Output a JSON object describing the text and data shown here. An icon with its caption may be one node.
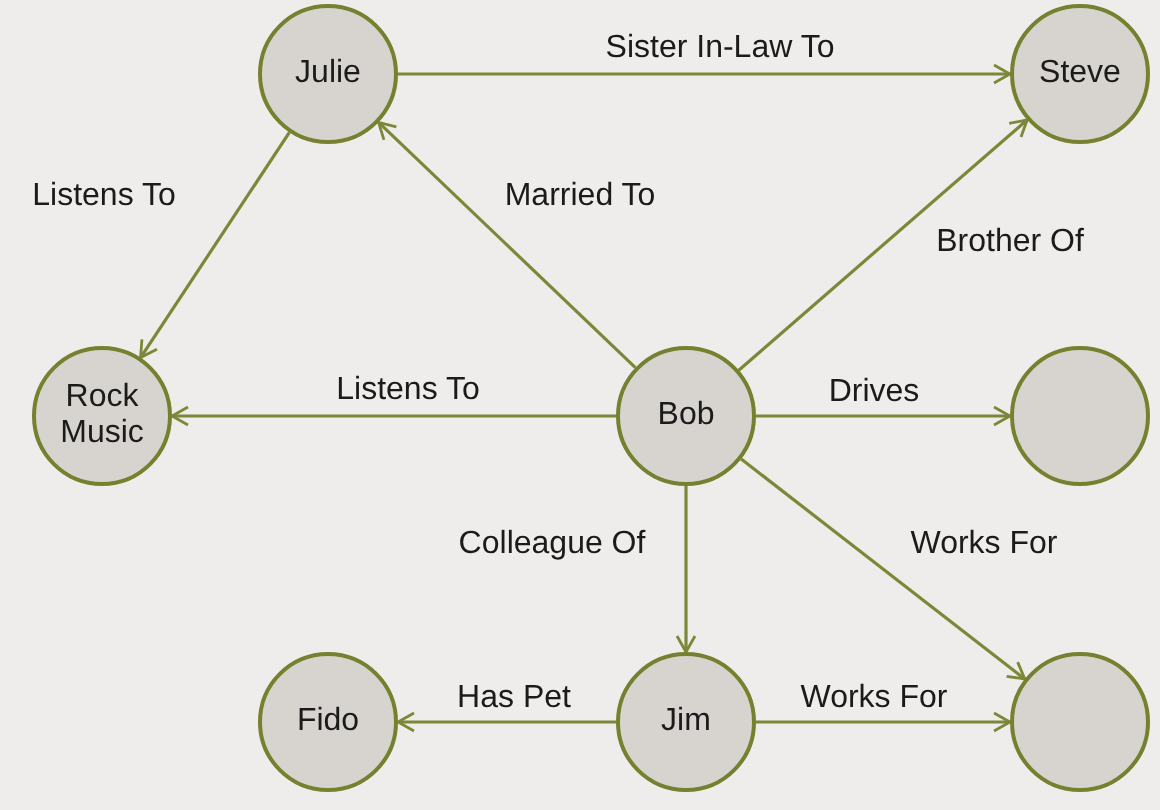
{
  "diagram": {
    "nodes": [
      {
        "text": [
          "Julie"
        ]
      },
      {
        "text": [
          "Steve"
        ]
      },
      {
        "text": [
          "Rock Music"
        ]
      },
      {
        "text": [
          "Bob"
        ]
      },
      {
        "text": [],
        "shape": "circle"
      },
      {
        "text": [
          "Fido"
        ]
      },
      {
        "text": [
          "Jim"
        ]
      },
      {
        "text": [],
        "shape": "circle"
      }
    ],
    "edges": [
      {
        "from": 0,
        "to": 1,
        "arrow": "to",
        "label": "Sister In-Law To"
      },
      {
        "from": 0,
        "to": 2,
        "arrow": "to",
        "label": "Listens To"
      },
      {
        "from": 3,
        "to": 0,
        "arrow": "to",
        "label": "Married To"
      },
      {
        "from": 3,
        "to": 1,
        "arrow": "to",
        "label": "Brother Of"
      },
      {
        "from": 3,
        "to": 2,
        "arrow": "to",
        "label": "Listens To"
      },
      {
        "from": 3,
        "to": 4,
        "arrow": "to",
        "label": "Drives"
      },
      {
        "from": 3,
        "to": 6,
        "arrow": "to",
        "label": "Colleague Of"
      },
      {
        "from": 3,
        "to": 7,
        "arrow": "to",
        "label": "Works For"
      },
      {
        "from": 6,
        "to": 5,
        "arrow": "to",
        "label": "Has Pet"
      },
      {
        "from": 6,
        "to": 7,
        "arrow": "to",
        "label": "Works For"
      }
    ]
  }
}
